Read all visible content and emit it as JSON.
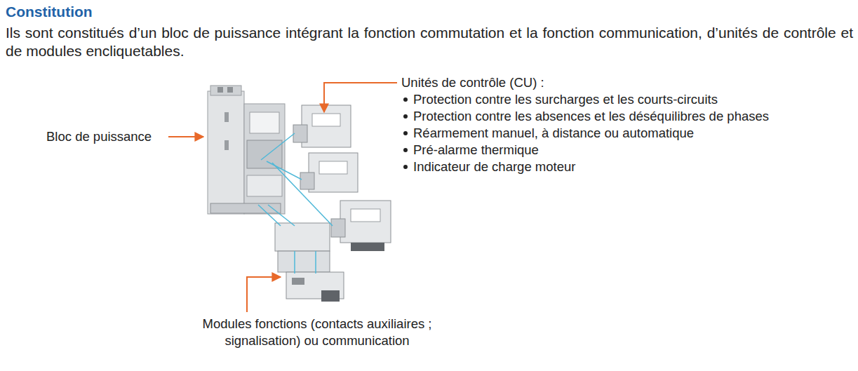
{
  "diagram": {
    "title": "Constitution",
    "labels": [
      "Ils sont constitués d’un bloc de puissance intégrant la fonction commutation et la fonction communication, d’unités de contrôle et de modules encliquetables.",
      "Bloc de puissance",
      "Unités de contrôle (CU) :",
      "Protection contre les surcharges et les courts-circuits",
      "Protection contre les absences et les déséquilibres de phases",
      "Réarmement manuel, à distance ou automatique",
      "Pré-alarme thermique",
      "Indicateur de charge moteur",
      "Modules fonctions (contacts auxiliaires ; signalisation) ou communication"
    ]
  }
}
